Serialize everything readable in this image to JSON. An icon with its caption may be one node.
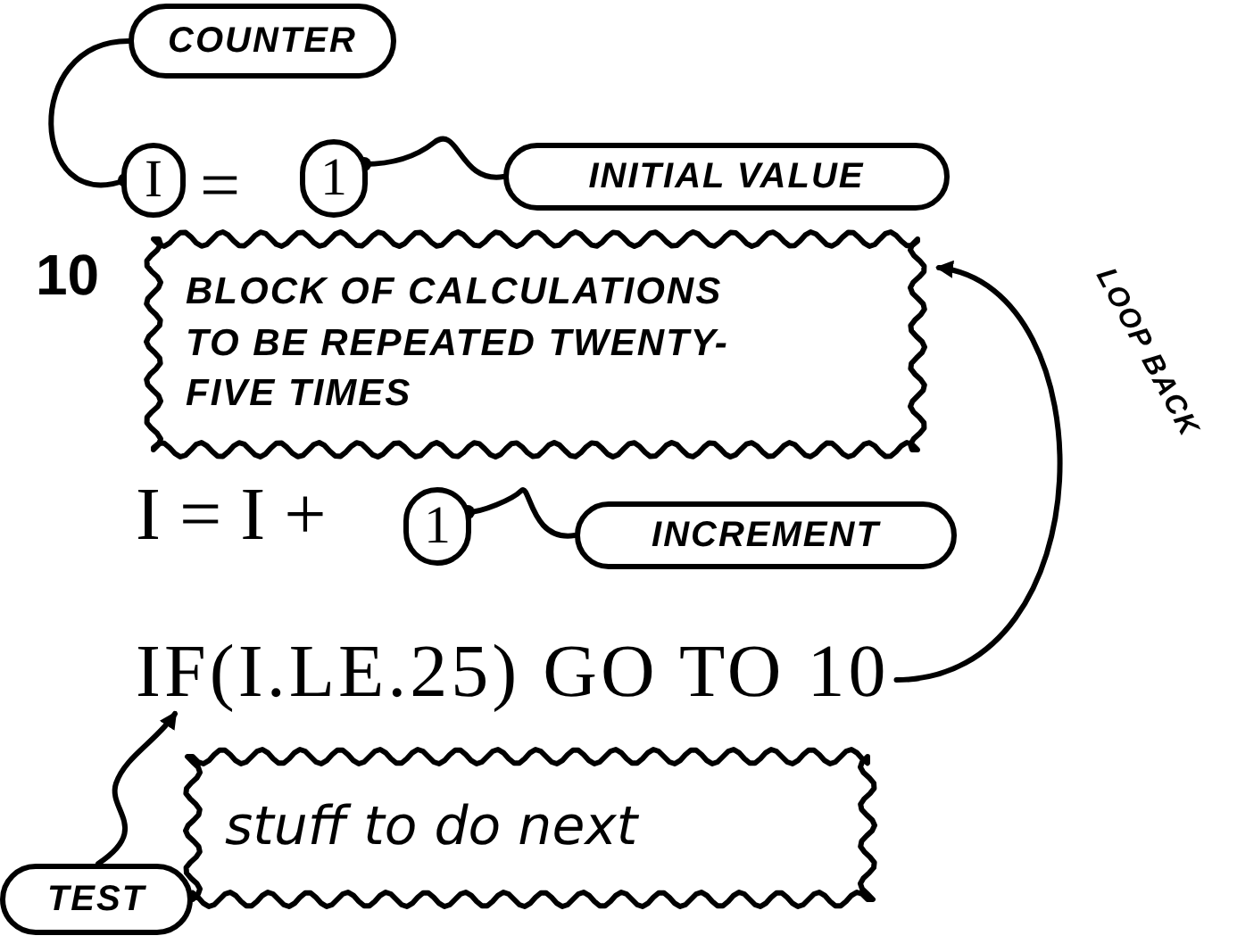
{
  "diagram": {
    "nodes": [
      {
        "text": [
          "COUNTER"
        ]
      },
      {
        "text": [
          "I"
        ]
      },
      {
        "text": [
          "1"
        ]
      },
      {
        "text": [
          "INITIAL VALUE"
        ]
      },
      {
        "text": [
          "BLOCK OF CALCULATIONS TO BE REPEATED TWENTY-FIVE TIMES"
        ]
      },
      {
        "text": [
          "1"
        ]
      },
      {
        "text": [
          "INCREMENT"
        ]
      },
      {
        "text": [
          "IF(I.LE.25) GO TO 10"
        ]
      },
      {
        "text": [
          "stuff to do next"
        ]
      },
      {
        "text": [
          "TEST"
        ]
      }
    ],
    "edges": [
      {
        "from": 0,
        "to": 1,
        "arrow": "other"
      },
      {
        "from": 3,
        "to": 2,
        "arrow": "other"
      },
      {
        "from": 6,
        "to": 5,
        "arrow": "other"
      },
      {
        "from": 7,
        "to": 4,
        "arrow": "to",
        "label": "LOOP BACK"
      },
      {
        "from": 9,
        "to": 7,
        "arrow": "to"
      }
    ],
    "labels": [
      "=",
      "10",
      "I = I +"
    ]
  }
}
